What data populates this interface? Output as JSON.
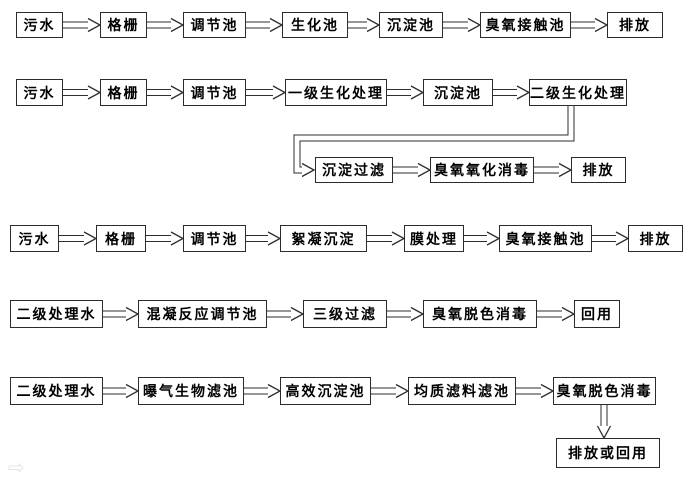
{
  "diagram": {
    "title": "wastewater-ozone-treatment-process-flows",
    "background_color": "#ffffff",
    "box_border_color": "#2b2b2b",
    "arrow_color": "#2e2e2e",
    "text_color": "#000000"
  },
  "flows": [
    {
      "name": "flow-1",
      "nodes": [
        "污水",
        "格栅",
        "调节池",
        "生化池",
        "沉淀池",
        "臭氧接触池",
        "排放"
      ]
    },
    {
      "name": "flow-2",
      "nodes": [
        "污水",
        "格栅",
        "调节池",
        "一级生化处理",
        "沉淀池",
        "二级生化处理",
        "沉淀过滤",
        "臭氧氧化消毒",
        "排放"
      ]
    },
    {
      "name": "flow-3",
      "nodes": [
        "污水",
        "格栅",
        "调节池",
        "絮凝沉淀",
        "膜处理",
        "臭氧接触池",
        "排放"
      ]
    },
    {
      "name": "flow-4",
      "nodes": [
        "二级处理水",
        "混凝反应调节池",
        "三级过滤",
        "臭氧脱色消毒",
        "回用"
      ]
    },
    {
      "name": "flow-5",
      "nodes": [
        "二级处理水",
        "曝气生物滤池",
        "高效沉淀池",
        "均质滤料滤池",
        "臭氧脱色消毒",
        "排放或回用"
      ]
    }
  ],
  "icons": {
    "watermark": "⇨"
  }
}
